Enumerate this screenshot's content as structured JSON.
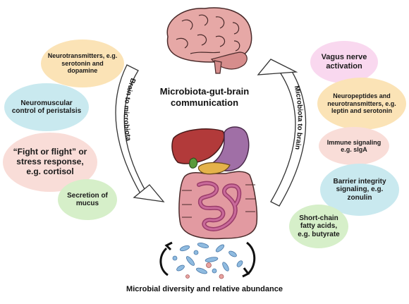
{
  "title_line1": "Microbiota-gut-brain",
  "title_line2": "communication",
  "bottom_caption": "Microbial diversity and relative abundance",
  "arrow_left_label": "Brain to microbiota",
  "arrow_right_label": "Microbiota to brain",
  "left_items": [
    {
      "text": "Neurotransmitters, e.g. serotonin and dopamine",
      "color": "#fbe3b6"
    },
    {
      "text": "Neuromuscular control of peristalsis",
      "color": "#c9e9ef"
    },
    {
      "text": "“Fight or flight” or stress response, e.g. cortisol",
      "color": "#f9ddd8"
    },
    {
      "text": "Secretion of mucus",
      "color": "#d6efc9"
    }
  ],
  "right_items": [
    {
      "text": "Vagus nerve activation",
      "color": "#f9d8ef"
    },
    {
      "text": "Neuropeptides and neurotransmitters, e.g. leptin and serotonin",
      "color": "#fbe3b6"
    },
    {
      "text": "Immune signaling e.g. sIgA",
      "color": "#f9ddd8"
    },
    {
      "text": "Barrier integrity signaling, e.g. zonulin",
      "color": "#c9e9ef"
    },
    {
      "text": "Short-chain fatty acids, e.g. butyrate",
      "color": "#d6efc9"
    }
  ]
}
